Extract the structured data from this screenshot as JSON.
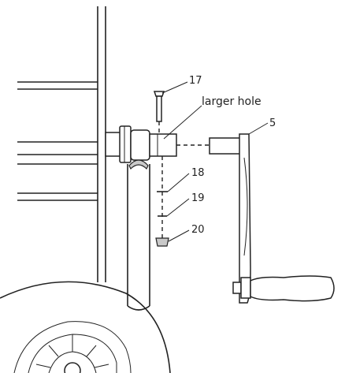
{
  "diagram": {
    "callouts": [
      {
        "id": "17",
        "text": "17"
      },
      {
        "id": "larger-hole",
        "text": "larger hole"
      },
      {
        "id": "5",
        "text": "5"
      },
      {
        "id": "18",
        "text": "18"
      },
      {
        "id": "19",
        "text": "19"
      },
      {
        "id": "20",
        "text": "20"
      }
    ]
  }
}
